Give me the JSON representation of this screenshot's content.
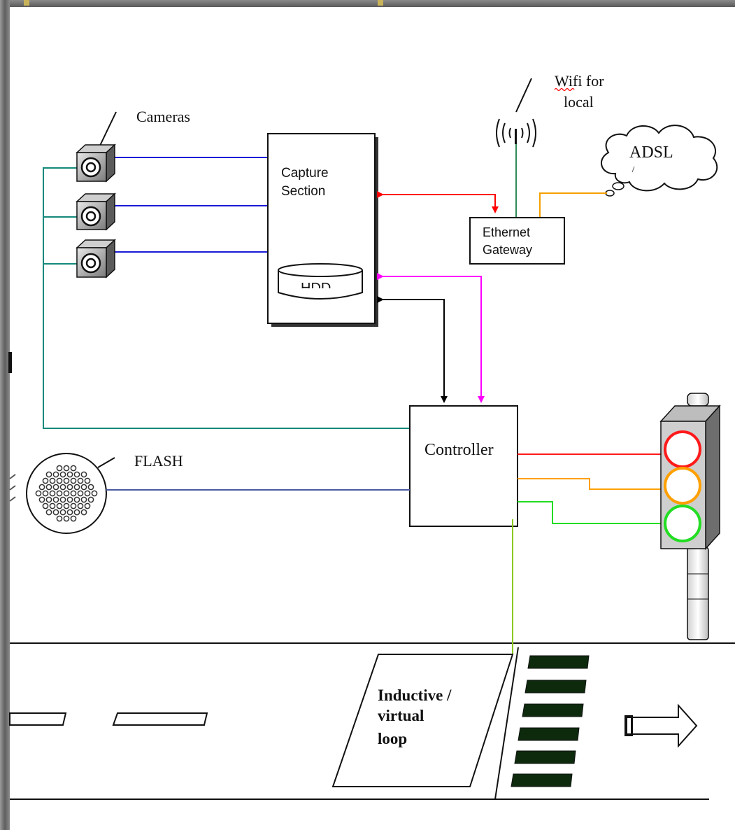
{
  "labels": {
    "cameras": "Cameras",
    "capture_line1": "Capture",
    "capture_line2": "Section",
    "hdd": "HDD",
    "wifi_line1": "Wifi for",
    "wifi_line2": "local",
    "adsl": "ADSL",
    "gateway_line1": "Ethernet",
    "gateway_line2": "Gateway",
    "controller": "Controller",
    "flash": "FLASH",
    "loop_line1": "Inductive /",
    "loop_line2": "virtual",
    "loop_line3": "loop"
  },
  "colors": {
    "camera_link": "#1a1ad6",
    "teal_bus": "#13897a",
    "capture_gateway_link": "#ff0000",
    "hdd_controller_link": "#ff00ff",
    "capture_controller_link": "#000000",
    "adsl_link": "#f5a000",
    "wifi_link": "#2e8b57",
    "flash_link": "#4a5aa0",
    "light_red": "#ff1a1a",
    "light_amber": "#ffa000",
    "light_green": "#22dd22",
    "loop_link": "#8ac820",
    "crosswalk": "#0d2a0d",
    "frame_gray": "#6e6e6e"
  }
}
